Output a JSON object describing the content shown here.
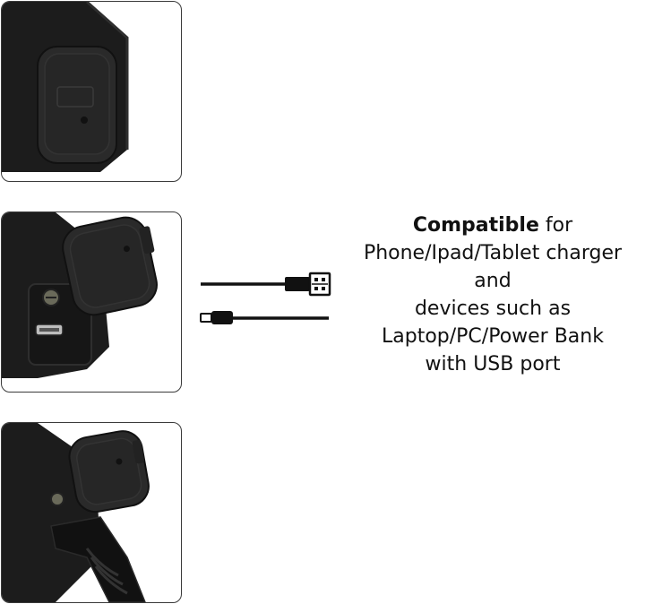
{
  "info": {
    "heading_strong": "Compatible",
    "heading_rest": " for",
    "line2": "Phone/Ipad/Tablet charger",
    "line3": "and",
    "line4": "devices such as",
    "line5": "Laptop/PC/Power Bank",
    "line6": "with USB port"
  },
  "icons": {
    "usb_a": "usb-a-connector-icon",
    "micro_usb": "micro-usb-connector-icon"
  },
  "colors": {
    "device_body": "#1c1c1c",
    "cap": "#2a2a2a",
    "panel_border": "#3a3a3a",
    "text": "#111111"
  }
}
